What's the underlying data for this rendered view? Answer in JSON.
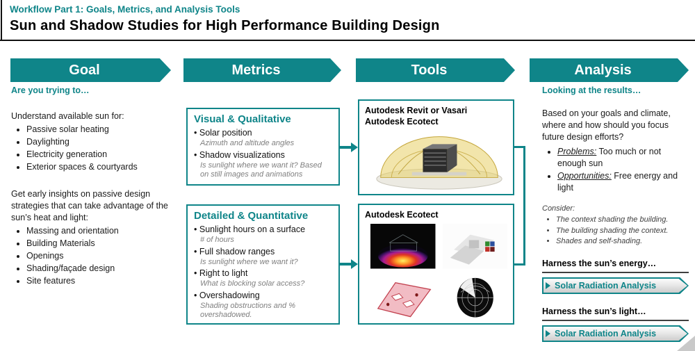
{
  "colors": {
    "teal_accent": "#0f8589",
    "note_gray": "#7f7f7f",
    "text": "#1a1a1a",
    "badge_fill": "#d9d9d9"
  },
  "icons": {
    "banner_shape": "chevron-right-banner",
    "connector": "arrow-right",
    "badge_shape": "arrow-right-badge"
  },
  "header": {
    "kicker": "Workflow Part 1: Goals, Metrics, and Analysis Tools",
    "title": "Sun and Shadow Studies for High Performance Building Design"
  },
  "banners": [
    {
      "label": "Goal"
    },
    {
      "label": "Metrics"
    },
    {
      "label": "Tools"
    },
    {
      "label": "Analysis"
    }
  ],
  "goal": {
    "lead": "Are you trying to…",
    "intro1": "Understand available sun for:",
    "bullets1": [
      "Passive solar heating",
      "Daylighting",
      "Electricity generation",
      "Exterior spaces & courtyards"
    ],
    "intro2": "Get early insights on passive design strategies that can take advantage of the sun’s heat and light:",
    "bullets2": [
      "Massing and orientation",
      "Building Materials",
      "Openings",
      "Shading/façade design",
      "Site features"
    ]
  },
  "metrics": {
    "visual": {
      "title": "Visual & Qualitative",
      "items": [
        {
          "label": "Solar position",
          "note": "Azimuth and altitude angles"
        },
        {
          "label": "Shadow visualizations",
          "note": "Is sunlight where we want it? Based on still images and animations"
        }
      ]
    },
    "detailed": {
      "title": "Detailed & Quantitative",
      "items": [
        {
          "label": "Sunlight hours on a surface",
          "note": "# of hours"
        },
        {
          "label": "Full shadow ranges",
          "note": "Is sunlight where we want it?"
        },
        {
          "label": "Right to light",
          "note": "What is blocking solar access?"
        },
        {
          "label": "Overshadowing",
          "note": "Shading obstructions and % overshadowed."
        }
      ]
    }
  },
  "tools": {
    "box1": {
      "line1": "Autodesk Revit or Vasari",
      "line2": "Autodesk Ecotect",
      "image": "sun-path-dome-over-building-model"
    },
    "box2": {
      "title": "Autodesk Ecotect",
      "images": [
        "solar-radiation-false-color-render",
        "shadow-range-model-with-colored-blocks",
        "right-to-light-pink-plan",
        "stereographic-sun-path-diagram"
      ]
    }
  },
  "analysis": {
    "lead": "Looking at the results…",
    "intro": "Based on your goals and climate, where and how should you focus future design efforts?",
    "bullets": [
      {
        "term": "Problems:",
        "rest": " Too much or not enough sun"
      },
      {
        "term": "Opportunities:",
        "rest": " Free energy and light"
      }
    ],
    "consider_label": "Consider:",
    "consider": [
      "The context shading the building.",
      "The building shading the context.",
      "Shades and self-shading."
    ],
    "sections": [
      {
        "heading": "Harness the sun’s energy…",
        "badge": "Solar Radiation Analysis"
      },
      {
        "heading": "Harness the sun’s light…",
        "badge": "Solar Radiation Analysis"
      }
    ]
  }
}
